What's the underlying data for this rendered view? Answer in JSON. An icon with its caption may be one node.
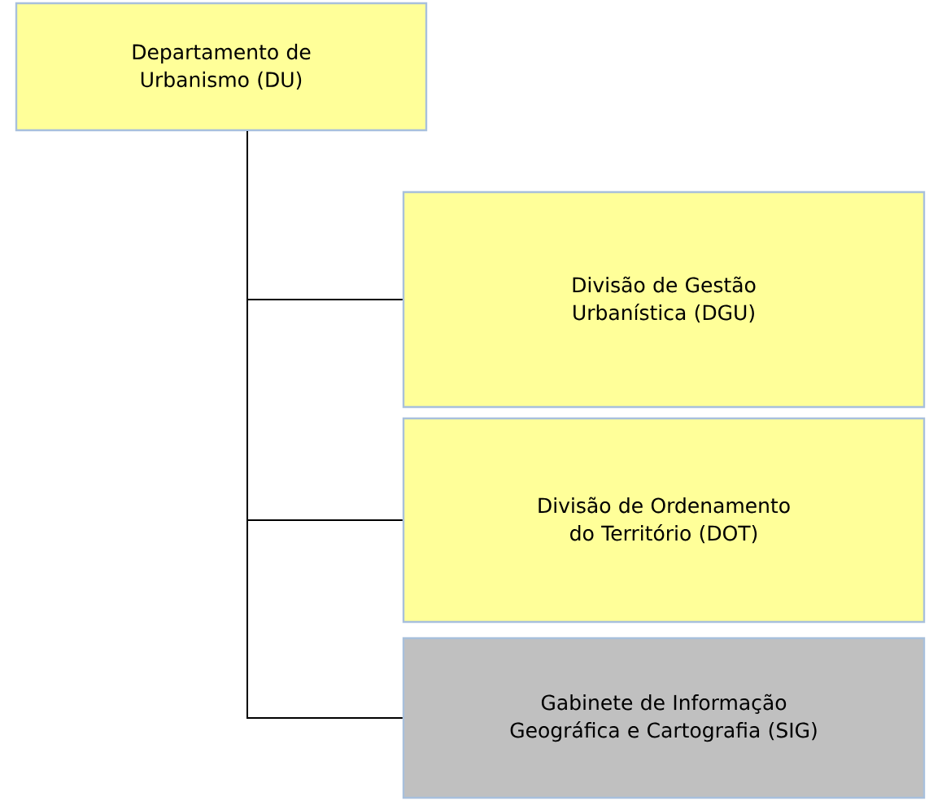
{
  "diagram": {
    "nodes": [
      {
        "text": [
          "Departamento de Urbanismo (DU)"
        ]
      },
      {
        "text": [
          "Divisão de Gestão Urbanística (DGU)"
        ]
      },
      {
        "text": [
          "Divisão de Ordenamento do Território (DOT)"
        ]
      },
      {
        "text": [
          "Gabinete de Informação Geográfica e Cartografia (SIG)"
        ]
      }
    ],
    "edges": [
      {
        "from": 0,
        "to": 1,
        "arrow": "none"
      },
      {
        "from": 0,
        "to": 2,
        "arrow": "none"
      },
      {
        "from": 0,
        "to": 3,
        "arrow": "none"
      }
    ]
  }
}
